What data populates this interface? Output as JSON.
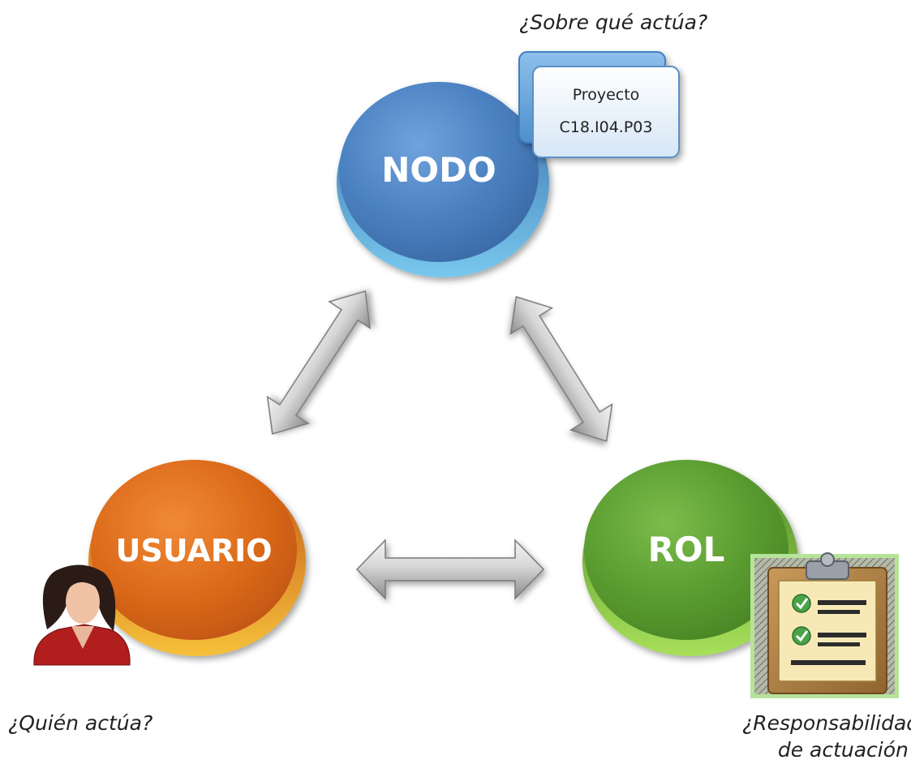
{
  "nodes": {
    "nodo": {
      "label": "NODO",
      "color": "#4f86c6"
    },
    "usuario": {
      "label": "USUARIO",
      "color": "#e2701e"
    },
    "rol": {
      "label": "ROL",
      "color": "#63a832"
    }
  },
  "questions": {
    "nodo": "¿Sobre qué actúa?",
    "usuario": "¿Quién actúa?",
    "rol_line1": "¿Responsabilidad",
    "rol_line2": "de actuación?"
  },
  "project": {
    "line1": "Proyecto",
    "line2": "C18.I04.P03"
  },
  "icons": {
    "user": "female-user-icon",
    "rol": "clipboard-checklist-icon",
    "arrows": "double-headed-arrow-icon"
  }
}
